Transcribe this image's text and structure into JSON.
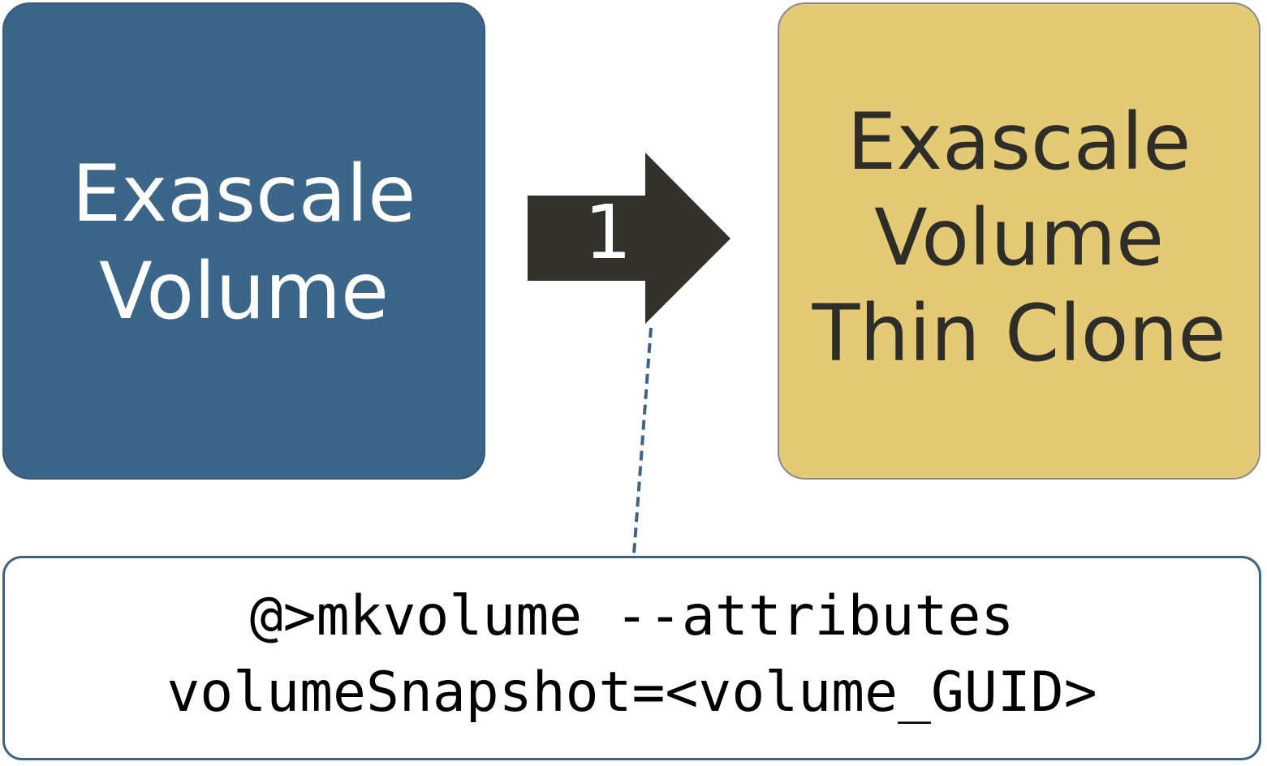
{
  "source": {
    "lines": [
      "Exascale",
      "Volume"
    ]
  },
  "arrow": {
    "label": "1"
  },
  "target": {
    "lines": [
      "Exascale",
      "Volume",
      "Thin Clone"
    ]
  },
  "command": {
    "lines": [
      "@>mkvolume --attributes",
      "volumeSnapshot=<volume_GUID>"
    ]
  },
  "colors": {
    "source_fill": "#3c6689",
    "target_fill": "#e5ca76",
    "arrow_fill": "#33312c",
    "connector": "#3d6485"
  }
}
